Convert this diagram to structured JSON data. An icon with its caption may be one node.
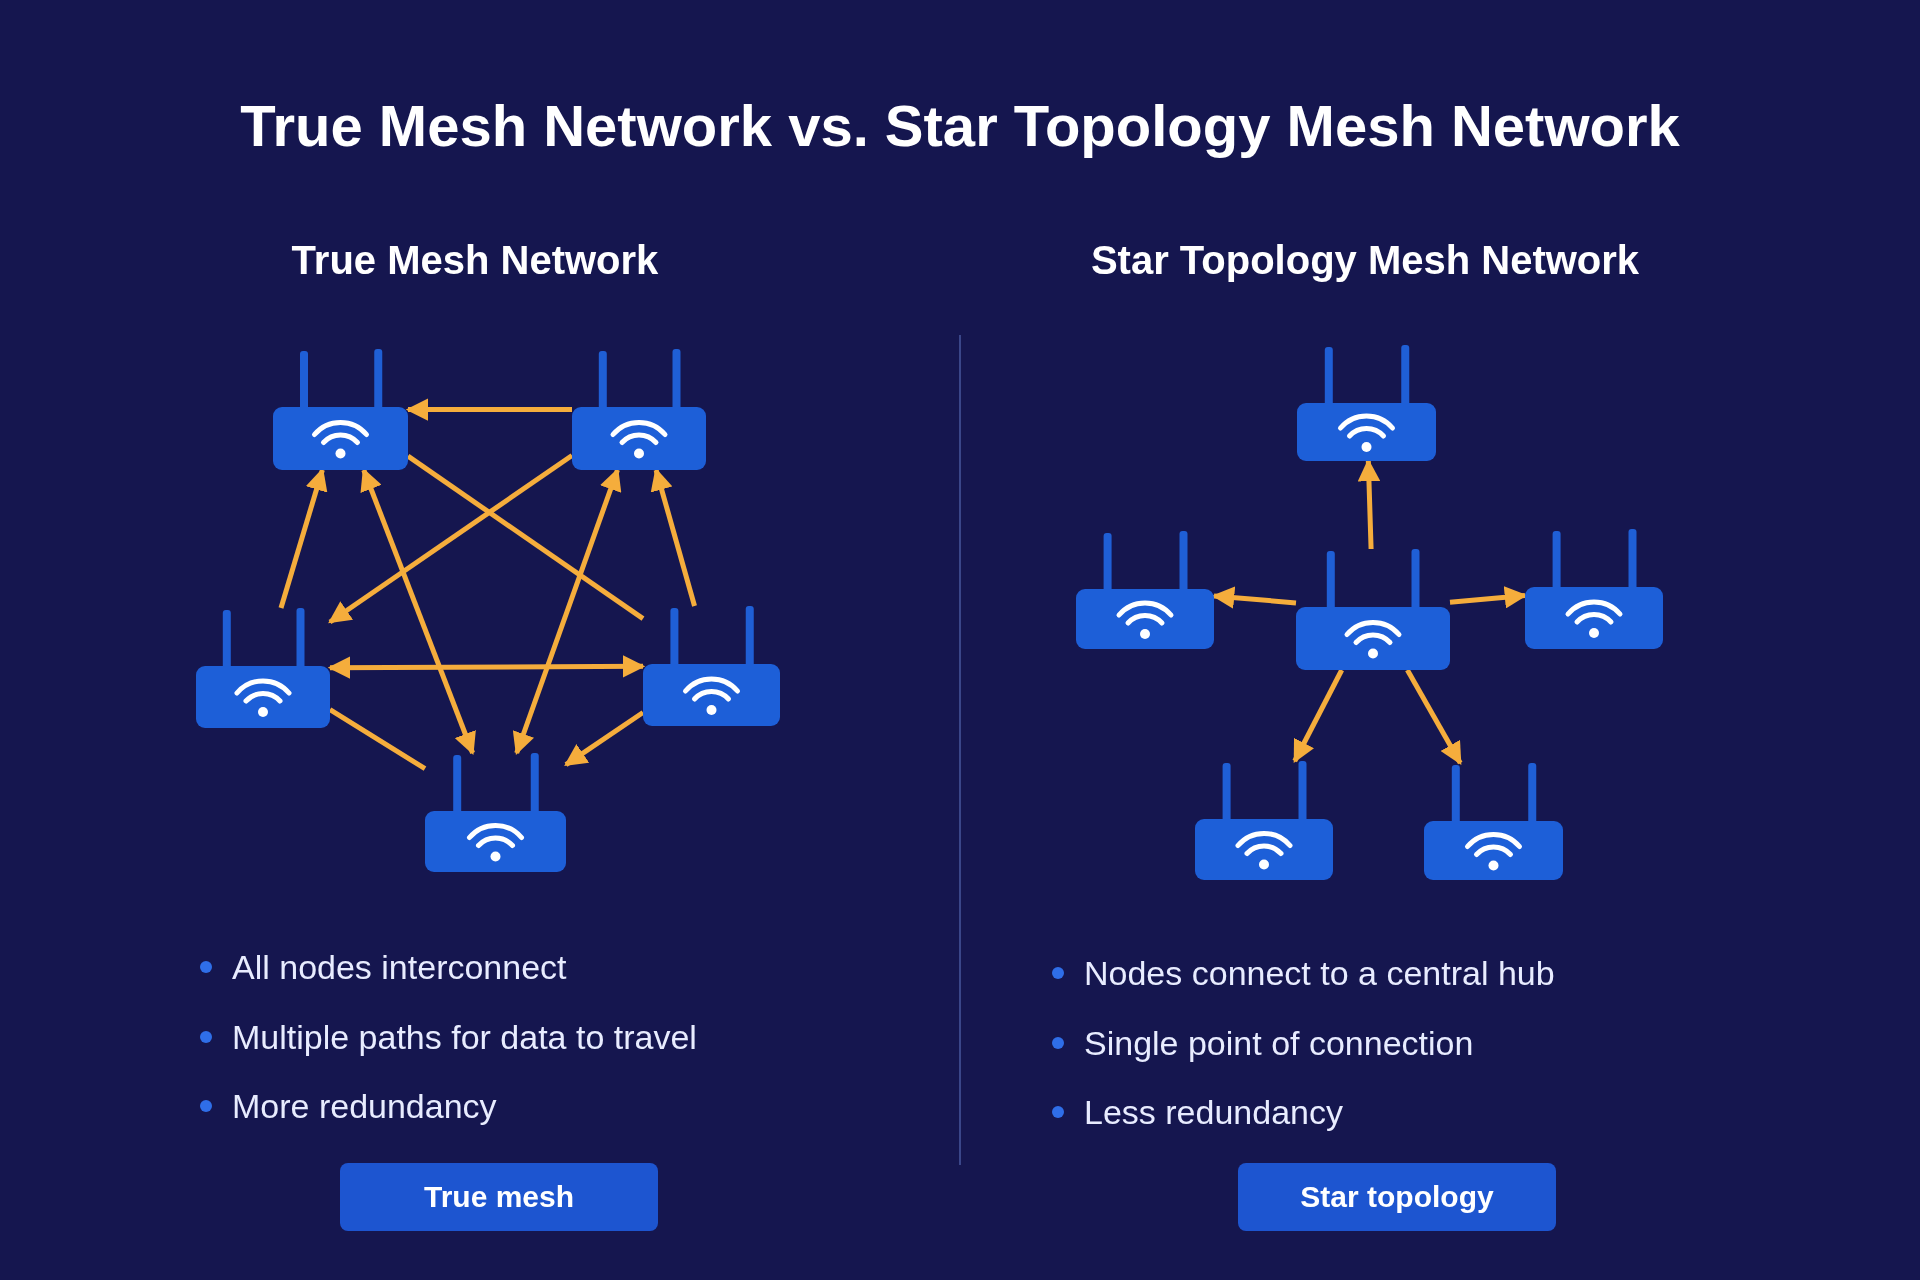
{
  "diagram": {
    "title": "True Mesh Network vs. Star Topology Mesh Network",
    "nodes": [
      {
        "text": [],
        "shape": "router"
      },
      {
        "text": [],
        "shape": "router"
      },
      {
        "text": [],
        "shape": "router"
      },
      {
        "text": [],
        "shape": "router"
      },
      {
        "text": [],
        "shape": "router"
      },
      {
        "text": [],
        "shape": "router"
      },
      {
        "text": [],
        "shape": "router"
      },
      {
        "text": [],
        "shape": "router"
      },
      {
        "text": [],
        "shape": "router"
      },
      {
        "text": [],
        "shape": "router"
      },
      {
        "text": [],
        "shape": "router"
      }
    ],
    "edges": [
      {
        "from": 1,
        "to": 0,
        "arrow": "to"
      },
      {
        "from": 2,
        "to": 0,
        "arrow": "to"
      },
      {
        "from": 0,
        "to": 4,
        "arrow": "both"
      },
      {
        "from": 0,
        "to": 3,
        "arrow": "none"
      },
      {
        "from": 1,
        "to": 2,
        "arrow": "to"
      },
      {
        "from": 4,
        "to": 1,
        "arrow": "both"
      },
      {
        "from": 3,
        "to": 1,
        "arrow": "to"
      },
      {
        "from": 2,
        "to": 3,
        "arrow": "both"
      },
      {
        "from": 2,
        "to": 4,
        "arrow": "none"
      },
      {
        "from": 3,
        "to": 4,
        "arrow": "to"
      },
      {
        "from": 7,
        "to": 5,
        "arrow": "to"
      },
      {
        "from": 7,
        "to": 6,
        "arrow": "to"
      },
      {
        "from": 7,
        "to": 8,
        "arrow": "to"
      },
      {
        "from": 7,
        "to": 9,
        "arrow": "to"
      },
      {
        "from": 7,
        "to": 10,
        "arrow": "to"
      }
    ],
    "labels": [
      "True Mesh Network",
      "Star Topology Mesh Network",
      "All nodes interconnect",
      "Multiple paths for data to travel",
      "More redundancy",
      "Nodes connect to a central hub",
      "Single point of connection",
      "Less redundancy",
      "True mesh",
      "Star topology"
    ]
  }
}
